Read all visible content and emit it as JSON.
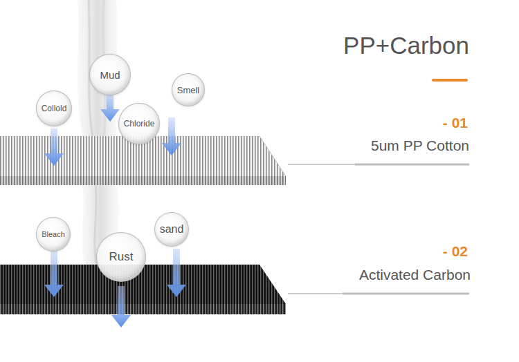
{
  "diagram": {
    "title": "PP+Carbon",
    "nodes": [
      {
        "text": [
          "Mud"
        ]
      },
      {
        "text": [
          "Smell"
        ]
      },
      {
        "text": [
          "Collold"
        ]
      },
      {
        "text": [
          "Chloride"
        ]
      },
      {
        "text": [
          "sand"
        ]
      },
      {
        "text": [
          "Bleach"
        ]
      },
      {
        "text": [
          "Rust"
        ]
      }
    ],
    "labels": [
      "- 01",
      "5um PP Cotton",
      "- 02",
      "Activated Carbon"
    ]
  }
}
